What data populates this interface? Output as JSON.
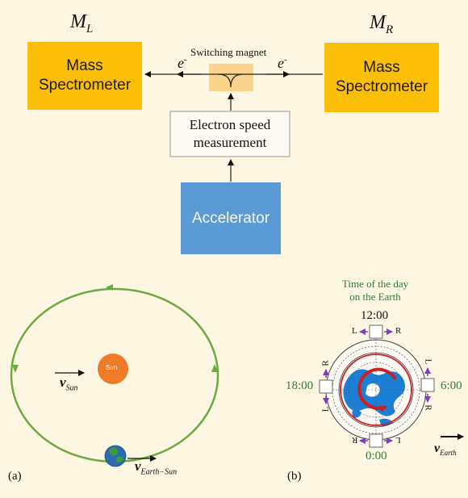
{
  "top": {
    "left_mass_label": "M",
    "left_mass_sub": "L",
    "right_mass_label": "M",
    "right_mass_sub": "R",
    "left_spectrometer": [
      "Mass",
      "Spectrometer"
    ],
    "right_spectrometer": [
      "Mass",
      "Spectrometer"
    ],
    "switching_magnet": "Switching magnet",
    "electron_symbol": "e",
    "electron_charge": "-",
    "speed_measurement": [
      "Electron speed",
      "measurement"
    ],
    "accelerator": "Accelerator",
    "colors": {
      "spectrometer": "#fbbf08",
      "magnet": "#fcd38a",
      "accelerator": "#5b9bd5",
      "background": "#fdf6e3"
    }
  },
  "panel_a": {
    "tag": "(a)",
    "sun_label": "Sun",
    "v_sun_symbol": "v",
    "v_sun_sub": "Sun",
    "v_earth_symbol": "v",
    "v_earth_sub": "Earth−Sun",
    "colors": {
      "orbit": "#6aab3c",
      "sun": "#ef7a28"
    }
  },
  "panel_b": {
    "tag": "(b)",
    "title": [
      "Time of the day",
      "on the Earth"
    ],
    "time_top": "12:00",
    "time_left": "18:00",
    "time_right": "6:00",
    "time_bottom": "0:00",
    "dir_L": "L",
    "dir_R": "R",
    "v_earth_symbol": "v",
    "v_earth_sub": "Earth",
    "colors": {
      "time_text": "#2e7d32",
      "arrows": "#7b3fbf",
      "ring": "#cc1f1f",
      "land": "#1c7fd6"
    }
  }
}
